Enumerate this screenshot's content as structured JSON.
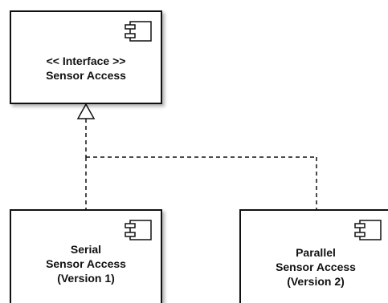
{
  "diagram": {
    "interface_box": {
      "stereotype": "<< Interface >>",
      "name": "Sensor Access",
      "icon": "component-icon"
    },
    "serial_box": {
      "line1": "Serial",
      "line2": "Sensor Access",
      "line3": "(Version 1)",
      "icon": "component-icon"
    },
    "parallel_box": {
      "line1": "Parallel",
      "line2": "Sensor Access",
      "line3": "(Version 2)",
      "icon": "component-icon"
    },
    "relationship": "realization"
  }
}
